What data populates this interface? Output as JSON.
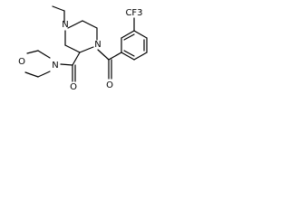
{
  "molecule": {
    "labels": {
      "n_ethyl": "N",
      "n_benzoyl": "N",
      "n_morpholine": "N",
      "o_morpholine": "O",
      "o_carbonyl_amide": "O",
      "o_carbonyl_benzoyl": "O",
      "cf3": "CF3"
    }
  }
}
